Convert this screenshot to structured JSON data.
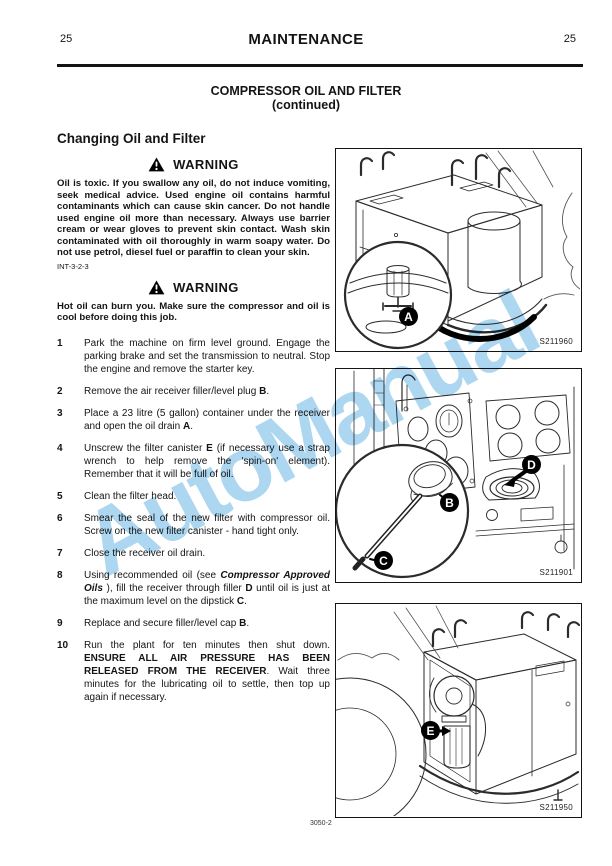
{
  "page": {
    "header": {
      "page_number_left": "25",
      "title": "MAINTENANCE",
      "page_number_right": "25"
    },
    "section": {
      "title": "COMPRESSOR OIL AND FILTER",
      "subtitle": "(continued)"
    },
    "heading": "Changing Oil and Filter",
    "warnings": [
      {
        "label": "WARNING",
        "text": "Oil is toxic. If you swallow any oil, do not induce vomiting, seek medical advice. Used engine oil contains harmful contaminants which can cause skin cancer. Do not handle used engine oil more than necessary. Always use barrier cream or wear gloves to prevent skin contact. Wash skin contaminated with oil thoroughly in warm soapy water. Do not use petrol, diesel fuel or paraffin to clean your skin.",
        "code": "INT-3-2-3"
      },
      {
        "label": "WARNING",
        "text": "Hot oil can burn you. Make sure the compressor and oil is cool before doing this job."
      }
    ],
    "steps": [
      {
        "num": "1",
        "segments": [
          {
            "t": "Park the machine on firm level ground. Engage the parking brake and set the transmission to neutral. Stop the engine and remove the starter key."
          }
        ]
      },
      {
        "num": "2",
        "segments": [
          {
            "t": "Remove the air receiver filler/level plug "
          },
          {
            "t": "B",
            "b": true
          },
          {
            "t": "."
          }
        ]
      },
      {
        "num": "3",
        "segments": [
          {
            "t": "Place a 23 litre (5 gallon) container under the receiver and open the oil drain "
          },
          {
            "t": "A",
            "b": true
          },
          {
            "t": "."
          }
        ]
      },
      {
        "num": "4",
        "segments": [
          {
            "t": "Unscrew the filter canister "
          },
          {
            "t": "E",
            "b": true
          },
          {
            "t": " (if necessary use a strap wrench to help remove the 'spin-on' element). Remember that it will be full of oil."
          }
        ]
      },
      {
        "num": "5",
        "segments": [
          {
            "t": "Clean the filter head."
          }
        ]
      },
      {
        "num": "6",
        "segments": [
          {
            "t": "Smear the seal of the new filter with compressor oil. Screw on the new filter canister - hand tight only."
          }
        ]
      },
      {
        "num": "7",
        "segments": [
          {
            "t": "Close the receiver oil drain."
          }
        ]
      },
      {
        "num": "8",
        "segments": [
          {
            "t": "Using recommended oil (see "
          },
          {
            "t": "Compressor Approved Oils",
            "b": true,
            "i": true
          },
          {
            "t": " ), fill the receiver through filler "
          },
          {
            "t": "D",
            "b": true
          },
          {
            "t": " until oil is just at the maximum level on the dipstick "
          },
          {
            "t": "C",
            "b": true
          },
          {
            "t": "."
          }
        ]
      },
      {
        "num": "9",
        "segments": [
          {
            "t": "Replace and secure filler/level cap "
          },
          {
            "t": "B",
            "b": true
          },
          {
            "t": "."
          }
        ]
      },
      {
        "num": "10",
        "segments": [
          {
            "t": "Run the plant for ten minutes then shut down. "
          },
          {
            "t": "ENSURE ALL AIR PRESSURE HAS BEEN RELEASED FROM THE RECEIVER",
            "b": true
          },
          {
            "t": ". Wait three minutes for the lubricating oil to settle, then top up again if necessary."
          }
        ]
      }
    ],
    "figures": [
      {
        "caption": "S211960",
        "labels": {
          "A": "A"
        }
      },
      {
        "caption": "S211901",
        "labels": {
          "B": "B",
          "C": "C",
          "D": "D"
        }
      },
      {
        "caption": "S211950",
        "labels": {
          "E": "E"
        }
      }
    ],
    "footer": {
      "code": "3050-2"
    },
    "watermark": {
      "text": "AutoManual",
      "color": "#9fd0ee"
    }
  }
}
